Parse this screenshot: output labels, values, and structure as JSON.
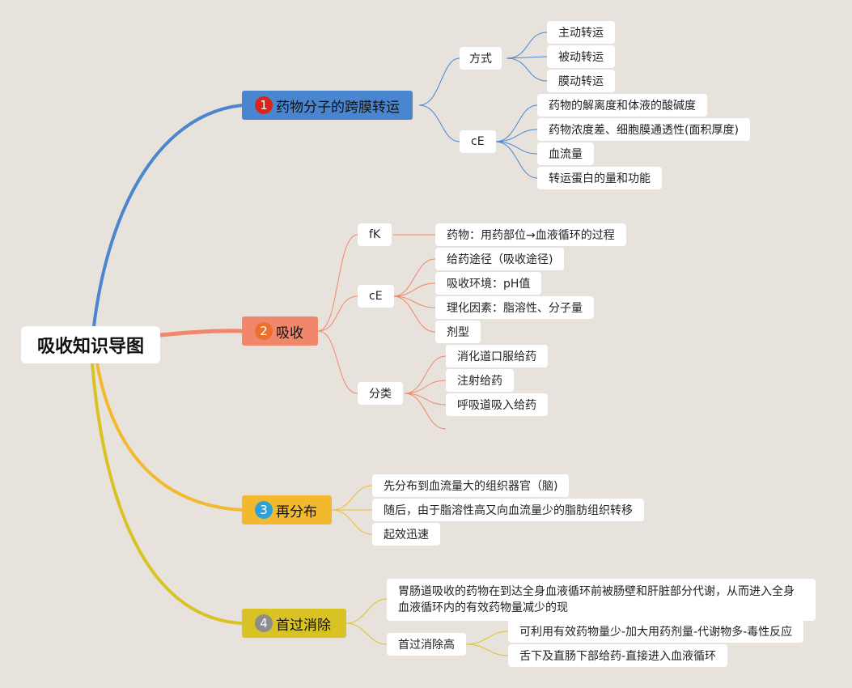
{
  "root": {
    "title": "吸收知识导图"
  },
  "branches": [
    {
      "num": "1",
      "label": "药物分子的跨膜转运",
      "color": "#4a86cf",
      "badge_color": "#d9261c",
      "subs": [
        {
          "label": "方式",
          "children": [
            "主动转运",
            "被动转运",
            "膜动转运"
          ]
        },
        {
          "label": "cE",
          "children": [
            "药物的解离度和体液的酸碱度",
            "药物浓度差、细胞膜通透性(面积厚度)",
            "血流量",
            "转运蛋白的量和功能"
          ]
        }
      ]
    },
    {
      "num": "2",
      "label": "吸收",
      "color": "#f0866a",
      "badge_color": "#ec6f2c",
      "subs": [
        {
          "label": "fK",
          "children": [
            "药物：用药部位→血液循环的过程"
          ]
        },
        {
          "label": "cE",
          "children": [
            "给药途径（吸收途径)",
            "吸收环境：pH值",
            "理化因素：脂溶性、分子量",
            "剂型"
          ]
        },
        {
          "label": "分类",
          "children": [
            "消化道口服给药",
            "注射给药",
            "呼吸道吸入给药",
            ""
          ]
        }
      ]
    },
    {
      "num": "3",
      "label": "再分布",
      "color": "#f2b82e",
      "badge_color": "#2ba3d9",
      "children": [
        "先分布到血流量大的组织器官（脑)",
        "随后，由于脂溶性高又向血流量少的脂肪组织转移",
        "起效迅速"
      ]
    },
    {
      "num": "4",
      "label": "首过消除",
      "color": "#d9c224",
      "badge_color": "#8c8c8c",
      "children": [
        "胃肠道吸收的药物在到达全身血液循环前被肠壁和肝脏部分代谢，从而进入全身血液循环内的有效药物量减少的现"
      ],
      "subs": [
        {
          "label": "首过消除高",
          "children": [
            "可利用有效药物量少-加大用药剂量-代谢物多-毒性反应",
            "舌下及直肠下部给药-直接进入血液循环"
          ]
        }
      ]
    }
  ]
}
